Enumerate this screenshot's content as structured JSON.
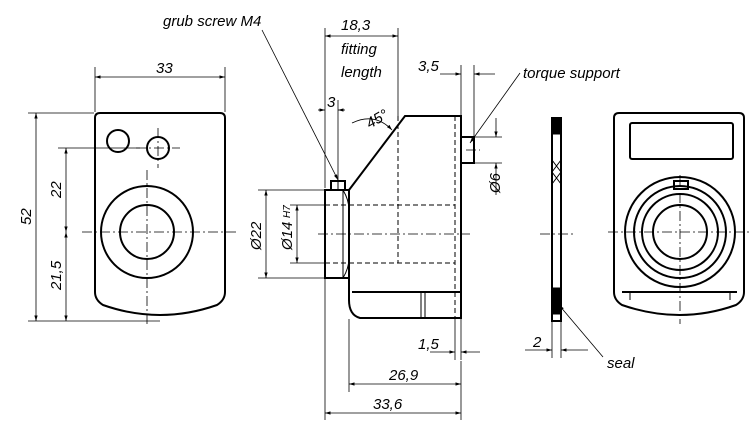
{
  "labels": {
    "grub_screw": "grub screw M4",
    "torque_support": "torque support",
    "fitting": "fitting",
    "length": "length",
    "seal": "seal"
  },
  "dims": {
    "width_33": "33",
    "height_52": "52",
    "d22_vert": "22",
    "d21_5": "21,5",
    "fitting_18_3": "18,3",
    "d3": "3",
    "angle_45": "45°",
    "d3_5": "3,5",
    "dia6": "Ø6",
    "dia22": "Ø22",
    "dia14": "Ø14",
    "h7": "H7",
    "d1_5": "1,5",
    "d26_9": "26,9",
    "d33_6": "33,6",
    "d2": "2"
  }
}
